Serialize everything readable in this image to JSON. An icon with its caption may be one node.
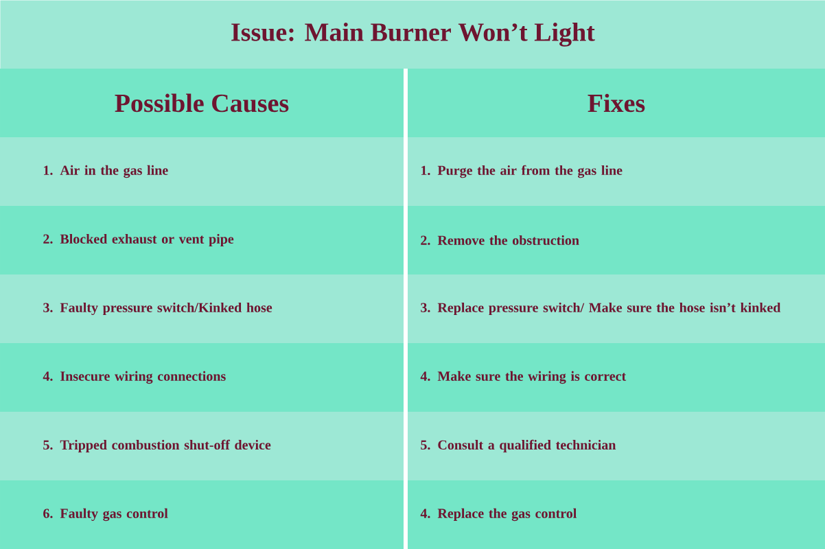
{
  "diagram": {
    "title": "Issue: Main Burner Won’t Light",
    "labels": [
      "Possible Causes",
      "Fixes",
      "1. Air in the gas line",
      "1. Purge the air from the gas line",
      "2. Blocked exhaust or vent pipe",
      "2. Remove the obstruction",
      "3. Faulty pressure switch/Kinked hose",
      "3. Replace pressure switch/ Make sure the hose isn’t kinked",
      "4. Insecure wiring connections",
      "4. Make sure the wiring is correct",
      "5. Tripped combustion shut-off device",
      "5. Consult a qualified technician",
      "6. Faulty gas control",
      "4. Replace the gas control"
    ]
  }
}
